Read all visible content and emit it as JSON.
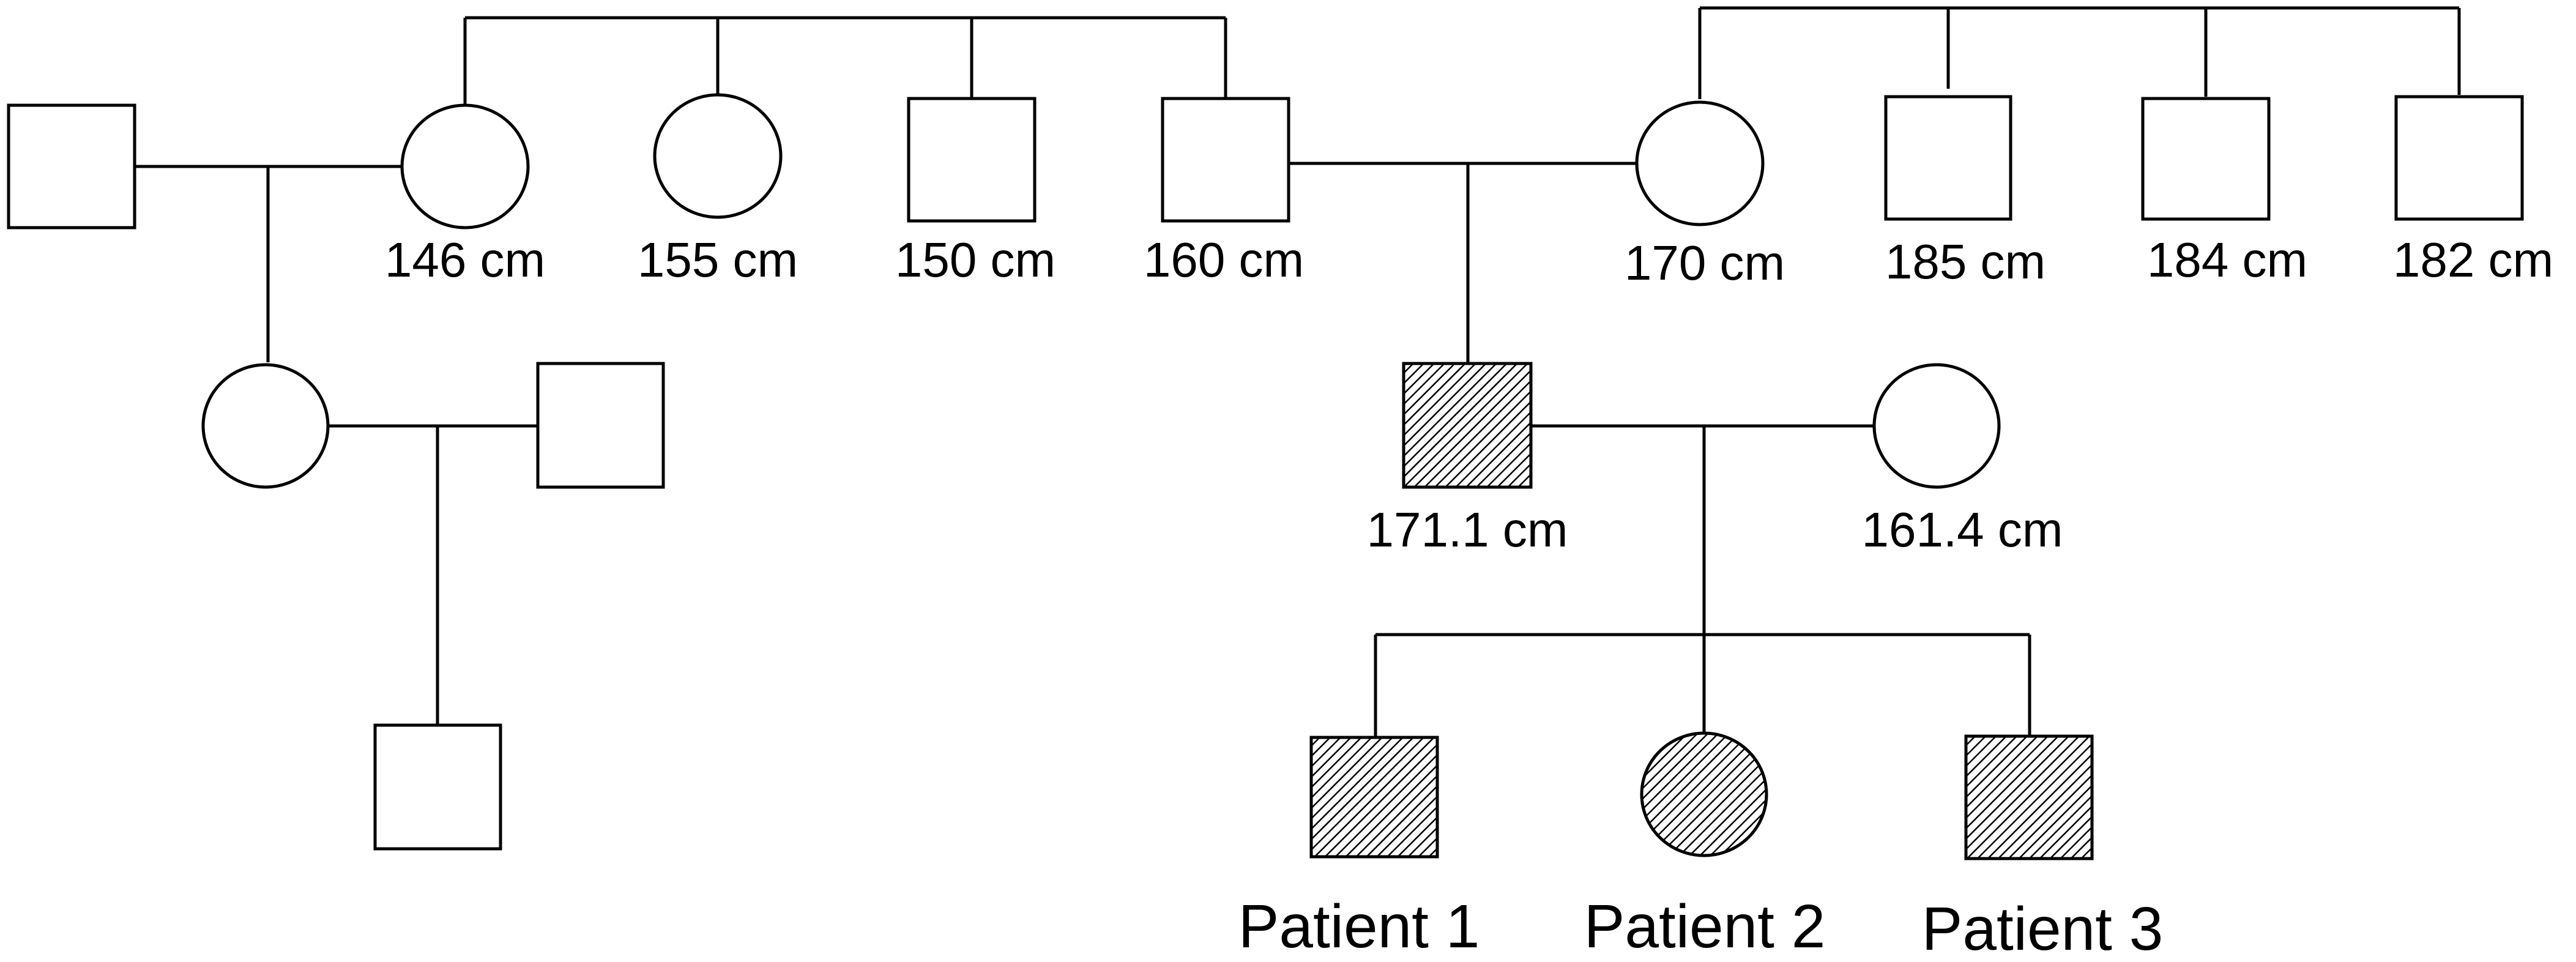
{
  "pedigree": {
    "labels": {
      "p_146": "146 cm",
      "p_155": "155 cm",
      "p_150": "150 cm",
      "p_160": "160 cm",
      "p_170": "170 cm",
      "p_185": "185 cm",
      "p_184": "184 cm",
      "p_182": "182 cm",
      "p_171": "171.1 cm",
      "p_161": "161.4 cm",
      "patient1": "Patient 1",
      "patient2": "Patient 2",
      "patient3": "Patient 3"
    },
    "colors": {
      "line": "#000000",
      "unaffected_fill": "#ffffff",
      "affected_pattern": "diagonal-hatch"
    }
  }
}
